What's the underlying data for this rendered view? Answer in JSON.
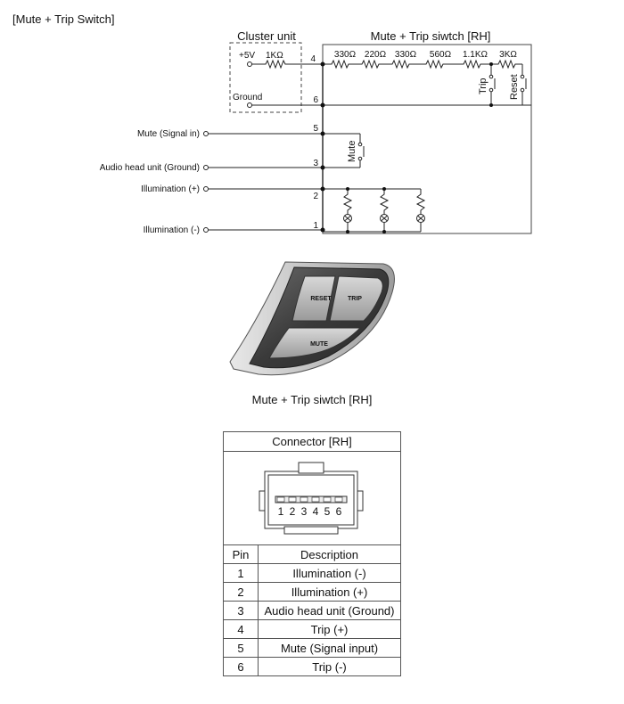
{
  "section_title": "[Mute + Trip Switch]",
  "circuit": {
    "cluster_title": "Cluster unit",
    "switch_title": "Mute + Trip siwtch [RH]",
    "plus5v": "+5V",
    "r_cluster": "1KΩ",
    "ground": "Ground",
    "resistors": [
      "330Ω",
      "220Ω",
      "330Ω",
      "560Ω",
      "1.1KΩ",
      "3KΩ"
    ],
    "trip": "Trip",
    "reset": "Reset",
    "mute": "Mute",
    "pins": [
      "4",
      "6",
      "5",
      "3",
      "2",
      "1"
    ],
    "signals": [
      "Mute (Signal in)",
      "Audio head unit (Ground)",
      "Illumination (+)",
      "Illumination (-)"
    ]
  },
  "photo": {
    "reset_label": "RESET",
    "trip_label": "TRIP",
    "mute_label": "MUTE"
  },
  "caption": "Mute + Trip siwtch [RH]",
  "connector": {
    "title": "Connector [RH]",
    "face_numbers": [
      "1",
      "2",
      "3",
      "4",
      "5",
      "6"
    ],
    "headers": {
      "pin": "Pin",
      "description": "Description"
    },
    "rows": [
      {
        "pin": "1",
        "description": "Illumination (-)"
      },
      {
        "pin": "2",
        "description": "Illumination (+)"
      },
      {
        "pin": "3",
        "description": "Audio head unit (Ground)"
      },
      {
        "pin": "4",
        "description": "Trip (+)"
      },
      {
        "pin": "5",
        "description": "Mute (Signal input)"
      },
      {
        "pin": "6",
        "description": "Trip (-)"
      }
    ]
  }
}
